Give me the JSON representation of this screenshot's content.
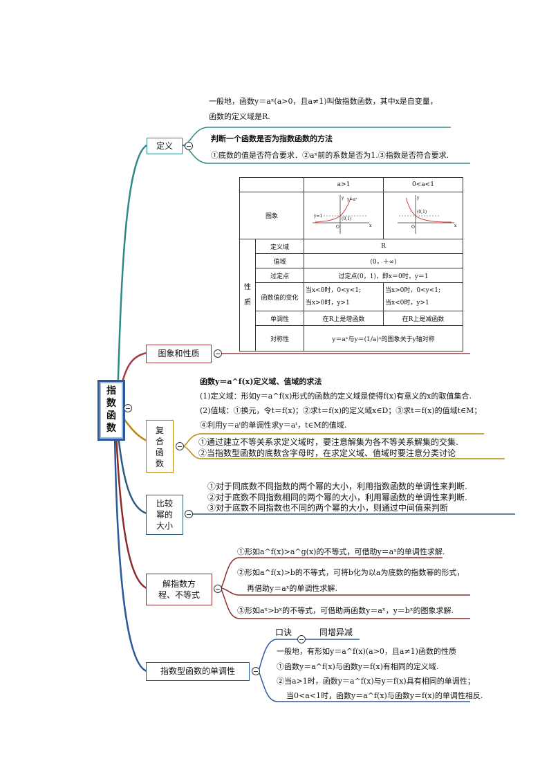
{
  "root": {
    "label": "指数函数"
  },
  "branches": {
    "definition": {
      "label": "定义",
      "line1": "一般地，函数y＝aˣ(a>0，且a≠1)叫做指数函数，其中x是自变量，",
      "line2": "函数的定义域是R.",
      "method_title": "判断一个函数是否为指数函数的方法",
      "method_text": "①底数的值是否符合要求．②aˣ前的系数是否为1.③指数是否符合要求."
    },
    "graph": {
      "label": "图象和性质",
      "table": {
        "col_a_gt_1": "a>1",
        "col_a_lt_1": "0<a<1",
        "row_graph": "图象",
        "graph_labels": {
          "y": "y",
          "x": "x",
          "o": "O",
          "y1": "y=1",
          "pt": "(0,1)",
          "curve": "y=aˣ"
        },
        "prop_label_1": "性",
        "prop_label_2": "质",
        "domain_label": "定义域",
        "domain_value": "R",
        "range_label": "值域",
        "range_value": "(0，＋∞)",
        "fixed_label": "过定点",
        "fixed_value": "过定点(0，1)，即x＝0时，y＝1",
        "change_label": "函数值的变化",
        "change_a1_1": "当x<0时，0<y<1;",
        "change_a1_2": "当x>0时，y>1",
        "change_a2_1": "当x>0时，0<y<1;",
        "change_a2_2": "当x<0时，y>1",
        "mono_label": "单调性",
        "mono_a1": "在R上是增函数",
        "mono_a2": "在R上是减函数",
        "sym_label": "对称性",
        "sym_value": "y＝aˣ与y＝(1/a)ˣ的图象关于y轴对称"
      }
    },
    "composite": {
      "label": "复合函数",
      "title": "函数y＝a^f(x)定义域、值域的求法",
      "line1": "(1)定义域：形如y＝a^f(x)形式的函数的定义域是使得f(x)有意义的x的取值集合.",
      "line2": "(2)值域：①换元，令t＝f(x)；②求t＝f(x)的定义域x∈D；③求t＝f(x)的值域t∈M；",
      "line3": "④利用y＝aᵗ的单调性求y＝aᵗ，t∈M的值域.",
      "note1": "①通过建立不等关系求定义域时，要注意解集为各不等关系解集的交集.",
      "note2": "②当指数型函数的底数含字母时，在求定义域、值域时要注意分类讨论"
    },
    "compare": {
      "label": "比较幂的大小",
      "line1": "①对于同底数不同指数的两个幂的大小，利用指数函数的单调性来判断.",
      "line2": "②对于底数不同指数相同的两个幂的大小，利用幂函数的单调性来判断.",
      "line3": "③对于底数不同指数也不同的两个幂的大小，则通过中间值来判断"
    },
    "equations": {
      "label": "解指数方程、不等式",
      "line1": "①形如a^f(x)>a^g(x)的不等式，可借助y＝aˣ的单调性求解.",
      "line2a": "②形如a^f(x)>b的不等式，可将b化为以a为底数的指数幂的形式，",
      "line2b": "再借助y＝aˣ的单调性求解.",
      "line3": "③形如aˣ>bˣ的不等式，可借助两函数y＝aˣ，y＝bˣ的图象求解."
    },
    "monotonic": {
      "label": "指数型函数的单调性",
      "rhyme_label": "口诀",
      "rhyme_value": "同增异减",
      "line1": "一般地，有形如y＝a^f(x)(a>0，且a≠1)函数的性质",
      "line2": "①函数y＝a^f(x)与函数y＝f(x)有相同的定义域.",
      "line3": "②当a>1时，函数y＝a^f(x)与y＝f(x)具有相同的单调性；",
      "line4": "当0<a<1时，函数y＝a^f(x)与函数y＝f(x)的单调性相反."
    }
  },
  "colors": {
    "root_border": "#2a5a9c",
    "definition": "#2e8a86",
    "graph": "#a13a45",
    "composite": "#b8860b",
    "compare": "#2a5a7c",
    "equations": "#8b2a2a",
    "monotonic": "#2a5a9c"
  }
}
